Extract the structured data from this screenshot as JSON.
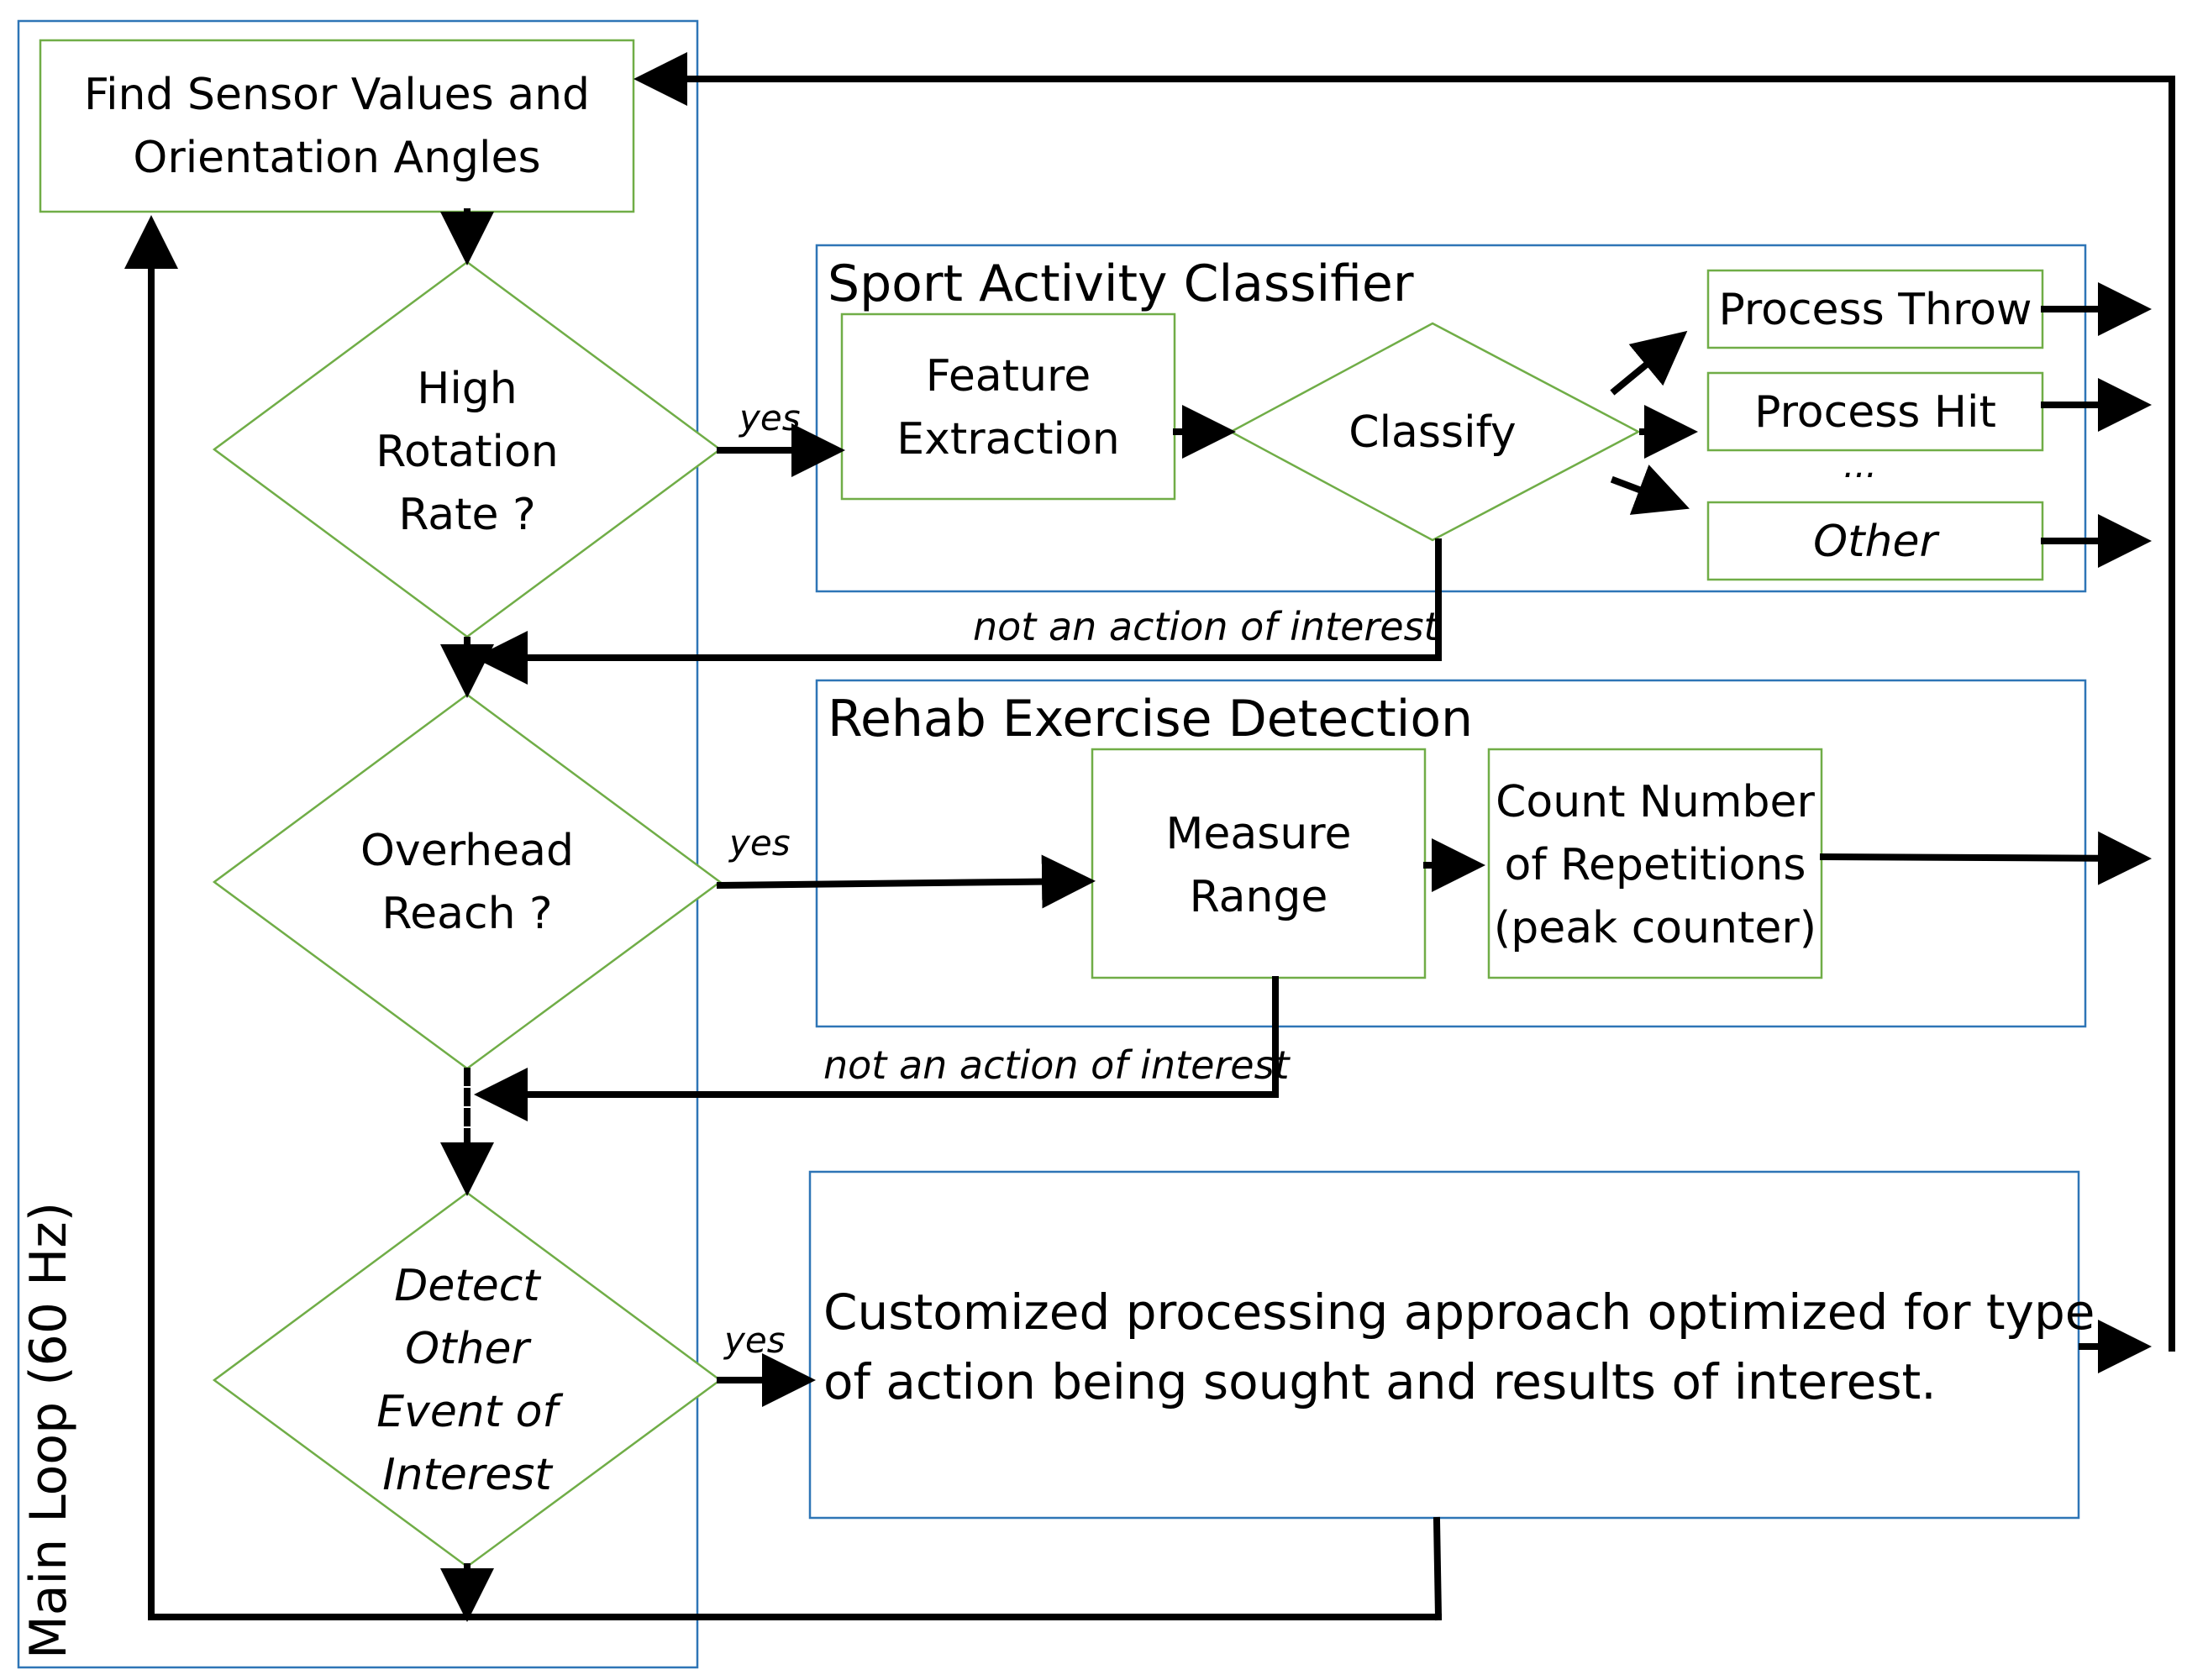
{
  "main_loop": {
    "label": "Main Loop (60 Hz)"
  },
  "start": {
    "lines": [
      "Find Sensor Values and",
      "Orientation Angles"
    ]
  },
  "decisions": {
    "rotation": {
      "lines": [
        "High",
        "Rotation",
        "Rate ?"
      ]
    },
    "reach": {
      "lines": [
        "Overhead",
        "Reach ?"
      ]
    },
    "other": {
      "lines": [
        "Detect",
        "Other",
        "Event of",
        "Interest"
      ]
    }
  },
  "yes_label": "yes",
  "not_interest_label": "not an action of interest",
  "sport": {
    "title": "Sport Activity Classifier",
    "feature": [
      "Feature",
      "Extraction"
    ],
    "classify": "Classify",
    "outputs": {
      "throw": "Process Throw",
      "hit": "Process Hit",
      "ellipsis": "...",
      "other": "Other"
    }
  },
  "rehab": {
    "title": "Rehab Exercise Detection",
    "measure": [
      "Measure",
      "Range"
    ],
    "count": [
      "Count Number",
      "of Repetitions",
      "(peak counter)"
    ]
  },
  "custom": {
    "lines": [
      "Customized processing approach optimized for type",
      "of action being sought and results of interest."
    ]
  },
  "colors": {
    "container_border": "#2e75b6",
    "node_border": "#70ad47",
    "arrow": "#000000"
  }
}
